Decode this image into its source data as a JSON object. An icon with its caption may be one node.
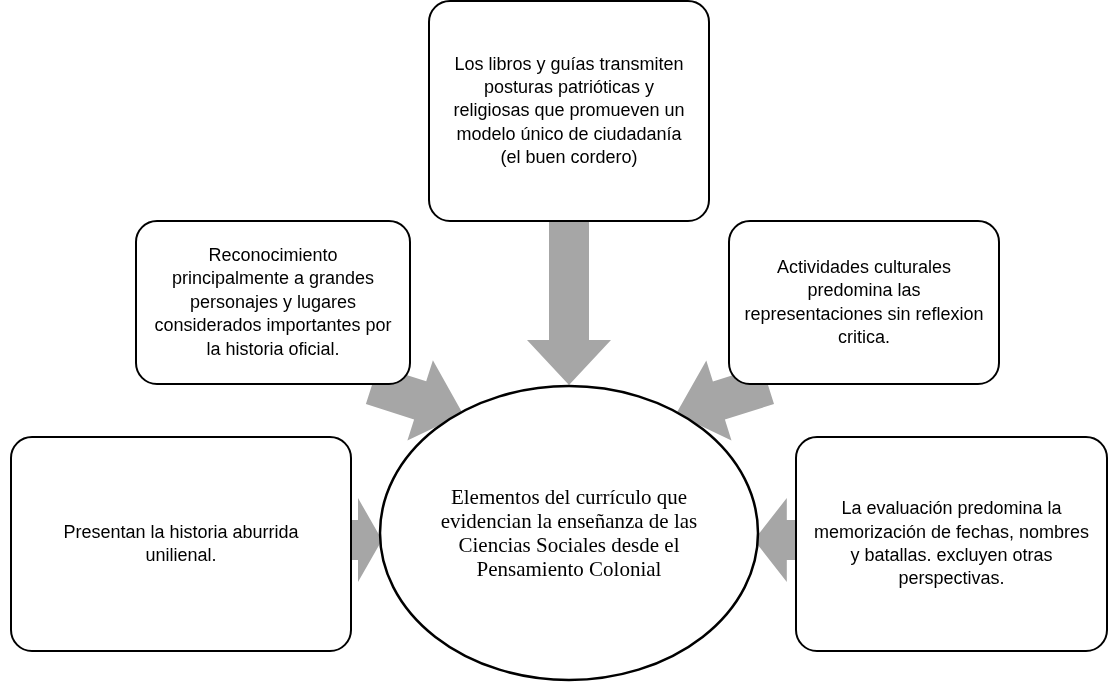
{
  "diagram": {
    "nodes": [
      {
        "text": [
          "Elementos del currículo que evidencian la enseñanza de las Ciencias Sociales desde el Pensamiento Colonial"
        ]
      },
      {
        "text": [
          "Presentan la historia aburrida unilienal."
        ]
      },
      {
        "text": [
          "Reconocimiento principalmente a grandes personajes y lugares considerados importantes por la historia oficial."
        ]
      },
      {
        "text": [
          "Los libros y guías transmiten posturas patrióticas y religiosas que promueven un modelo único de ciudadanía (el buen cordero)"
        ]
      },
      {
        "text": [
          "Actividades culturales predomina las representaciones sin reflexion critica."
        ]
      },
      {
        "text": [
          "La evaluación predomina la memorización de fechas, nombres y batallas. excluyen otras perspectivas."
        ]
      }
    ],
    "edges": [
      {
        "from": 1,
        "to": 0,
        "arrow": "to"
      },
      {
        "from": 2,
        "to": 0,
        "arrow": "to"
      },
      {
        "from": 3,
        "to": 0,
        "arrow": "to"
      },
      {
        "from": 4,
        "to": 0,
        "arrow": "to"
      },
      {
        "from": 5,
        "to": 0,
        "arrow": "to"
      }
    ]
  }
}
